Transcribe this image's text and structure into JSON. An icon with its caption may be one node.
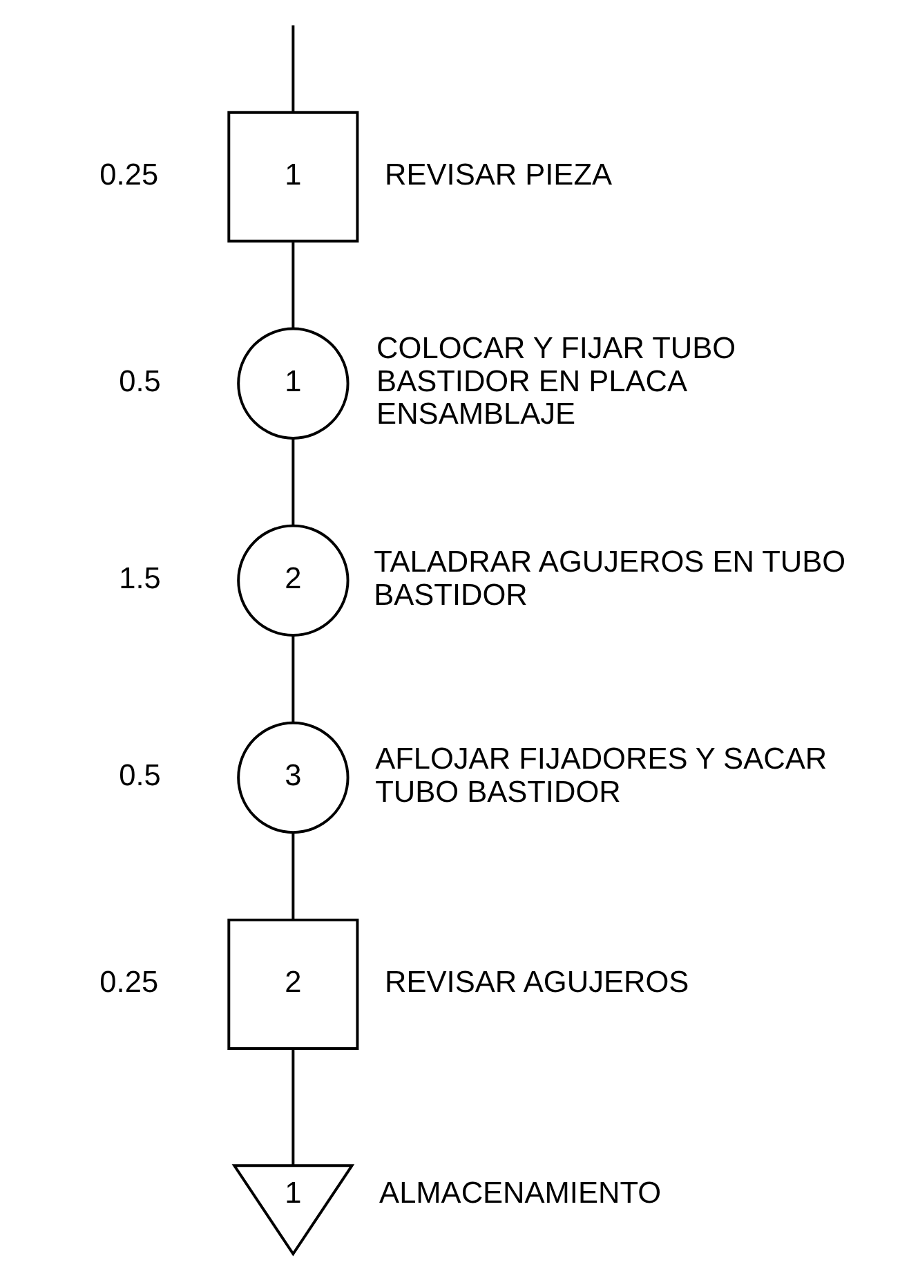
{
  "diagram": {
    "nodes": [
      {
        "text": [
          "1"
        ],
        "beside": [
          "0.25",
          "REVISAR PIEZA"
        ]
      },
      {
        "text": [
          "1"
        ],
        "beside": [
          "0.5",
          "COLOCAR Y FIJAR TUBO BASTIDOR EN PLACA ENSAMBLAJE"
        ]
      },
      {
        "text": [
          "2"
        ],
        "beside": [
          "1.5",
          "TALADRAR AGUJEROS EN TUBO BASTIDOR"
        ]
      },
      {
        "text": [
          "3"
        ],
        "beside": [
          "0.5",
          "AFLOJAR FIJADORES Y SACAR TUBO BASTIDOR"
        ]
      },
      {
        "text": [
          "2"
        ],
        "beside": [
          "0.25",
          "REVISAR AGUJEROS"
        ]
      },
      {
        "text": [
          "1"
        ],
        "beside": [
          "ALMACENAMIENTO"
        ]
      }
    ],
    "edges": [
      {
        "from": null,
        "to": 0,
        "arrow": "none"
      },
      {
        "from": 0,
        "to": 1,
        "arrow": "none"
      },
      {
        "from": 1,
        "to": 2,
        "arrow": "none"
      },
      {
        "from": 2,
        "to": 3,
        "arrow": "none"
      },
      {
        "from": 3,
        "to": 4,
        "arrow": "none"
      },
      {
        "from": 4,
        "to": 5,
        "arrow": "none"
      }
    ]
  }
}
